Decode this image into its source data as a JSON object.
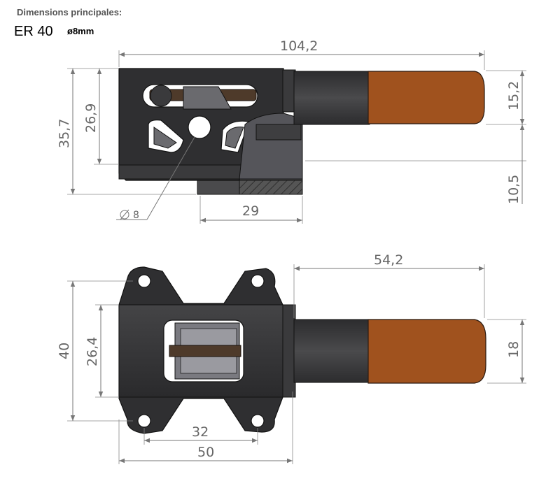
{
  "header": {
    "title": "Dimensions principales:",
    "model": "ER 40",
    "diameter": "ø8mm"
  },
  "top_view": {
    "dims": {
      "overall_length": "104,2",
      "body_height": "35,7",
      "inner_height": "26,9",
      "handle_height": "15,2",
      "bottom_offset": "10,5",
      "base_width": "29",
      "hole_diameter": "8"
    }
  },
  "bottom_view": {
    "dims": {
      "handle_length": "54,2",
      "overall_width": "40",
      "inner_width": "26,4",
      "handle_width": "18",
      "hole_spacing": "32",
      "base_length": "50"
    }
  },
  "colors": {
    "body": "#2f2f31",
    "handle": "#a0521e",
    "dimension": "#666666"
  }
}
